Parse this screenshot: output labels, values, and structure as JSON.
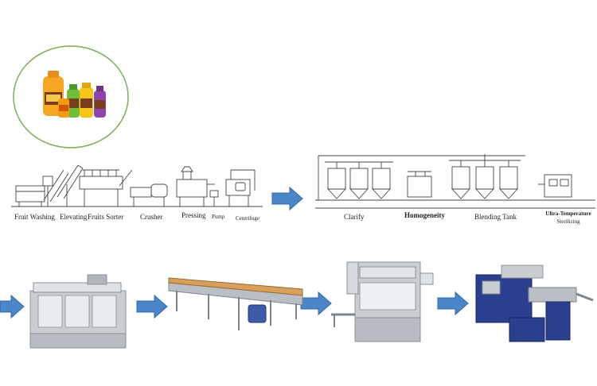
{
  "diagram": {
    "line_drawing": {
      "stage_labels_left": [
        "Fruit Washing",
        "Elevating",
        "Fruits Sorter",
        "Crusher",
        "Pressing",
        "Pump",
        "Centrifuge"
      ],
      "stage_labels_right": [
        "Clarify",
        "Homogeneity",
        "Blending Tank",
        "Ultra-Temperature",
        "Sterilizing"
      ]
    },
    "colors": {
      "arrow": "#4a86c8",
      "arrow_edge": "#2f6aa8",
      "circle_stroke": "#7fae5a",
      "line": "#444444",
      "machine_steel": "#c9ced3",
      "machine_blue": "#2b3f8f"
    },
    "icons": [
      "juice-bottles-icon",
      "flow-arrow-icon"
    ]
  }
}
